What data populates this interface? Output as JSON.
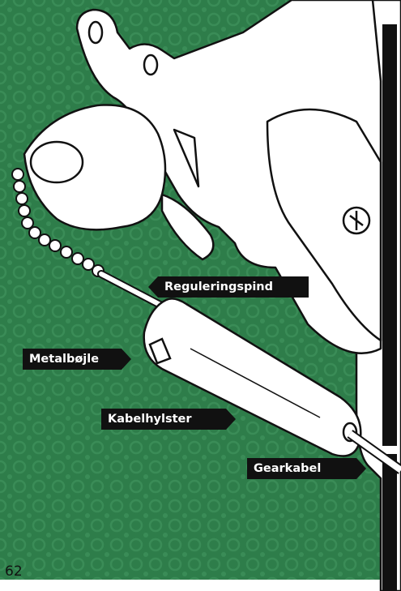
{
  "labels": {
    "adjusting_pin": "Reguleringspind",
    "metal_clip": "Metalbøjle",
    "cable_housing": "Kabelhylster",
    "gear_cable": "Gearkabel"
  },
  "page_number": "62",
  "colors": {
    "background_green": "#2e7d4a",
    "pattern_green": "#3a8c57",
    "label_bg": "#111111",
    "label_text": "#ffffff",
    "line_art": "#111111",
    "frame_white": "#ffffff"
  },
  "icons": {
    "illustration": "bicycle-rear-derailleur-line-art",
    "background_pattern": "green-floral-tile"
  }
}
